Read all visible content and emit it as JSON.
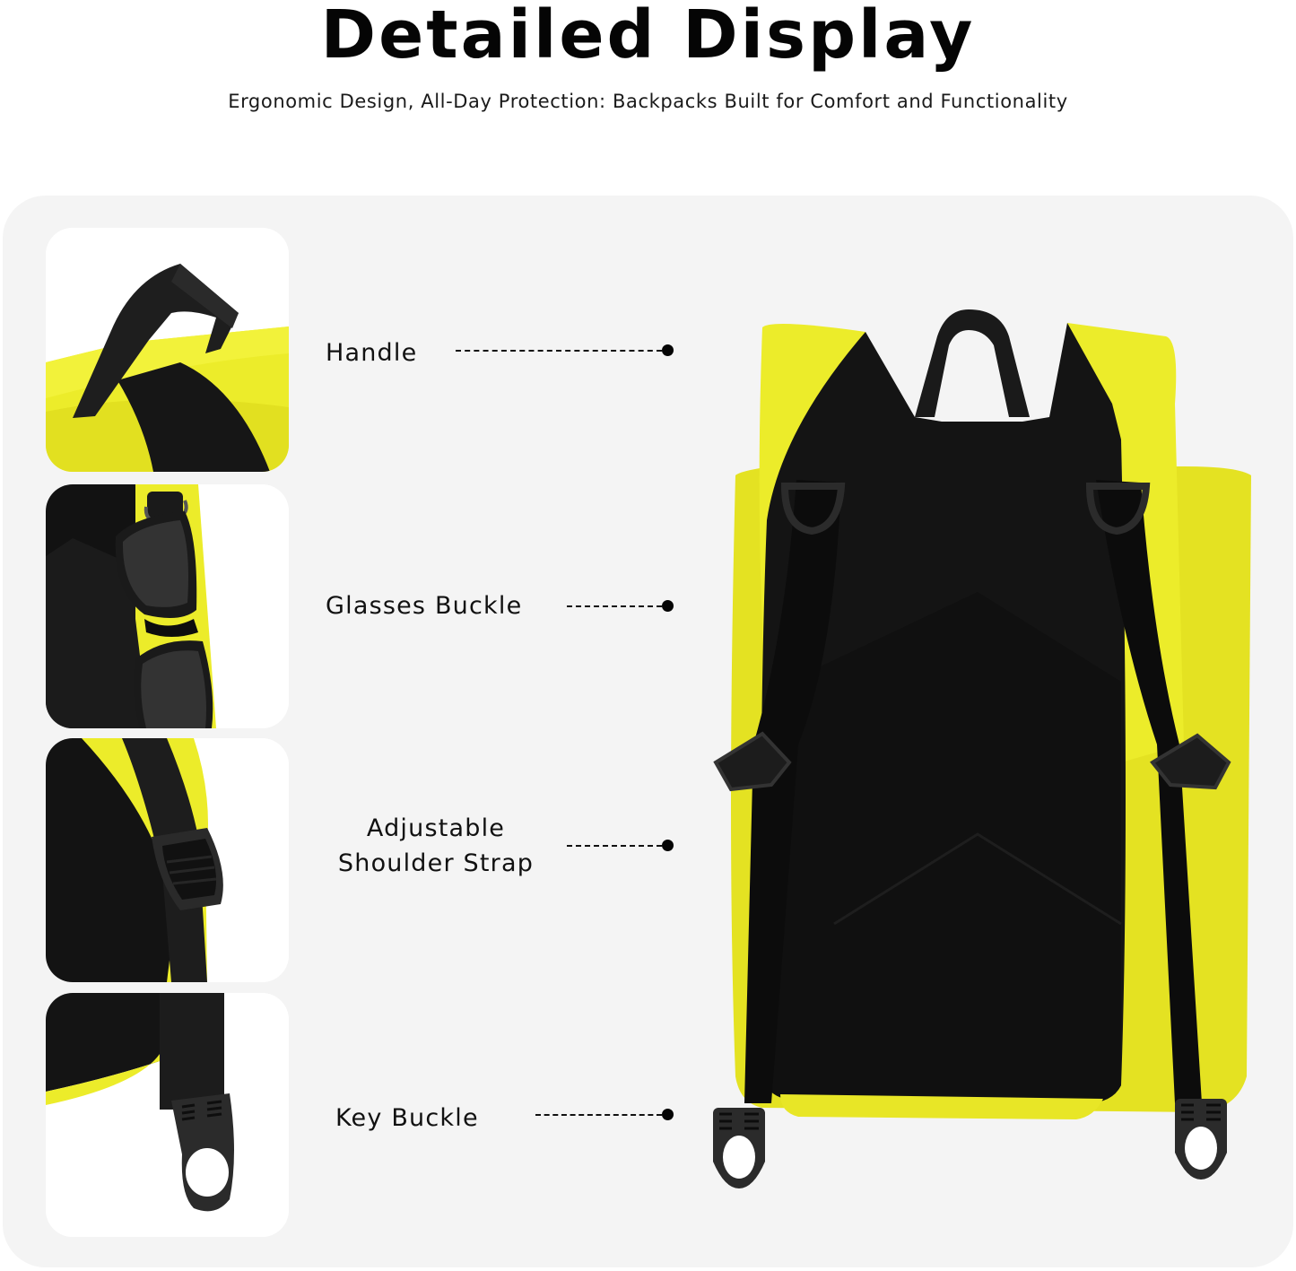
{
  "header": {
    "title": "Detailed Display",
    "subtitle": "Ergonomic Design, All-Day Protection: Backpacks Built for Comfort and Functionality"
  },
  "features": [
    {
      "label": "Handle",
      "icon": "handle-closeup-image"
    },
    {
      "label": "Glasses Buckle",
      "icon": "glasses-buckle-closeup-image"
    },
    {
      "label_line1": "Adjustable",
      "label_line2": "Shoulder Strap",
      "icon": "shoulder-strap-closeup-image"
    },
    {
      "label": "Key Buckle",
      "icon": "key-buckle-closeup-image"
    }
  ],
  "product": {
    "image": "yellow-backpack-back-view",
    "colors": {
      "body": "#ecec2a",
      "body_shade": "#d6d41c",
      "mesh": "#141414",
      "strap": "#0c0c0c",
      "hardware": "#2b2b2b"
    }
  },
  "colors": {
    "background": "#ffffff",
    "panel": "#f4f4f4",
    "card": "#ffffff",
    "text": "#111111"
  }
}
